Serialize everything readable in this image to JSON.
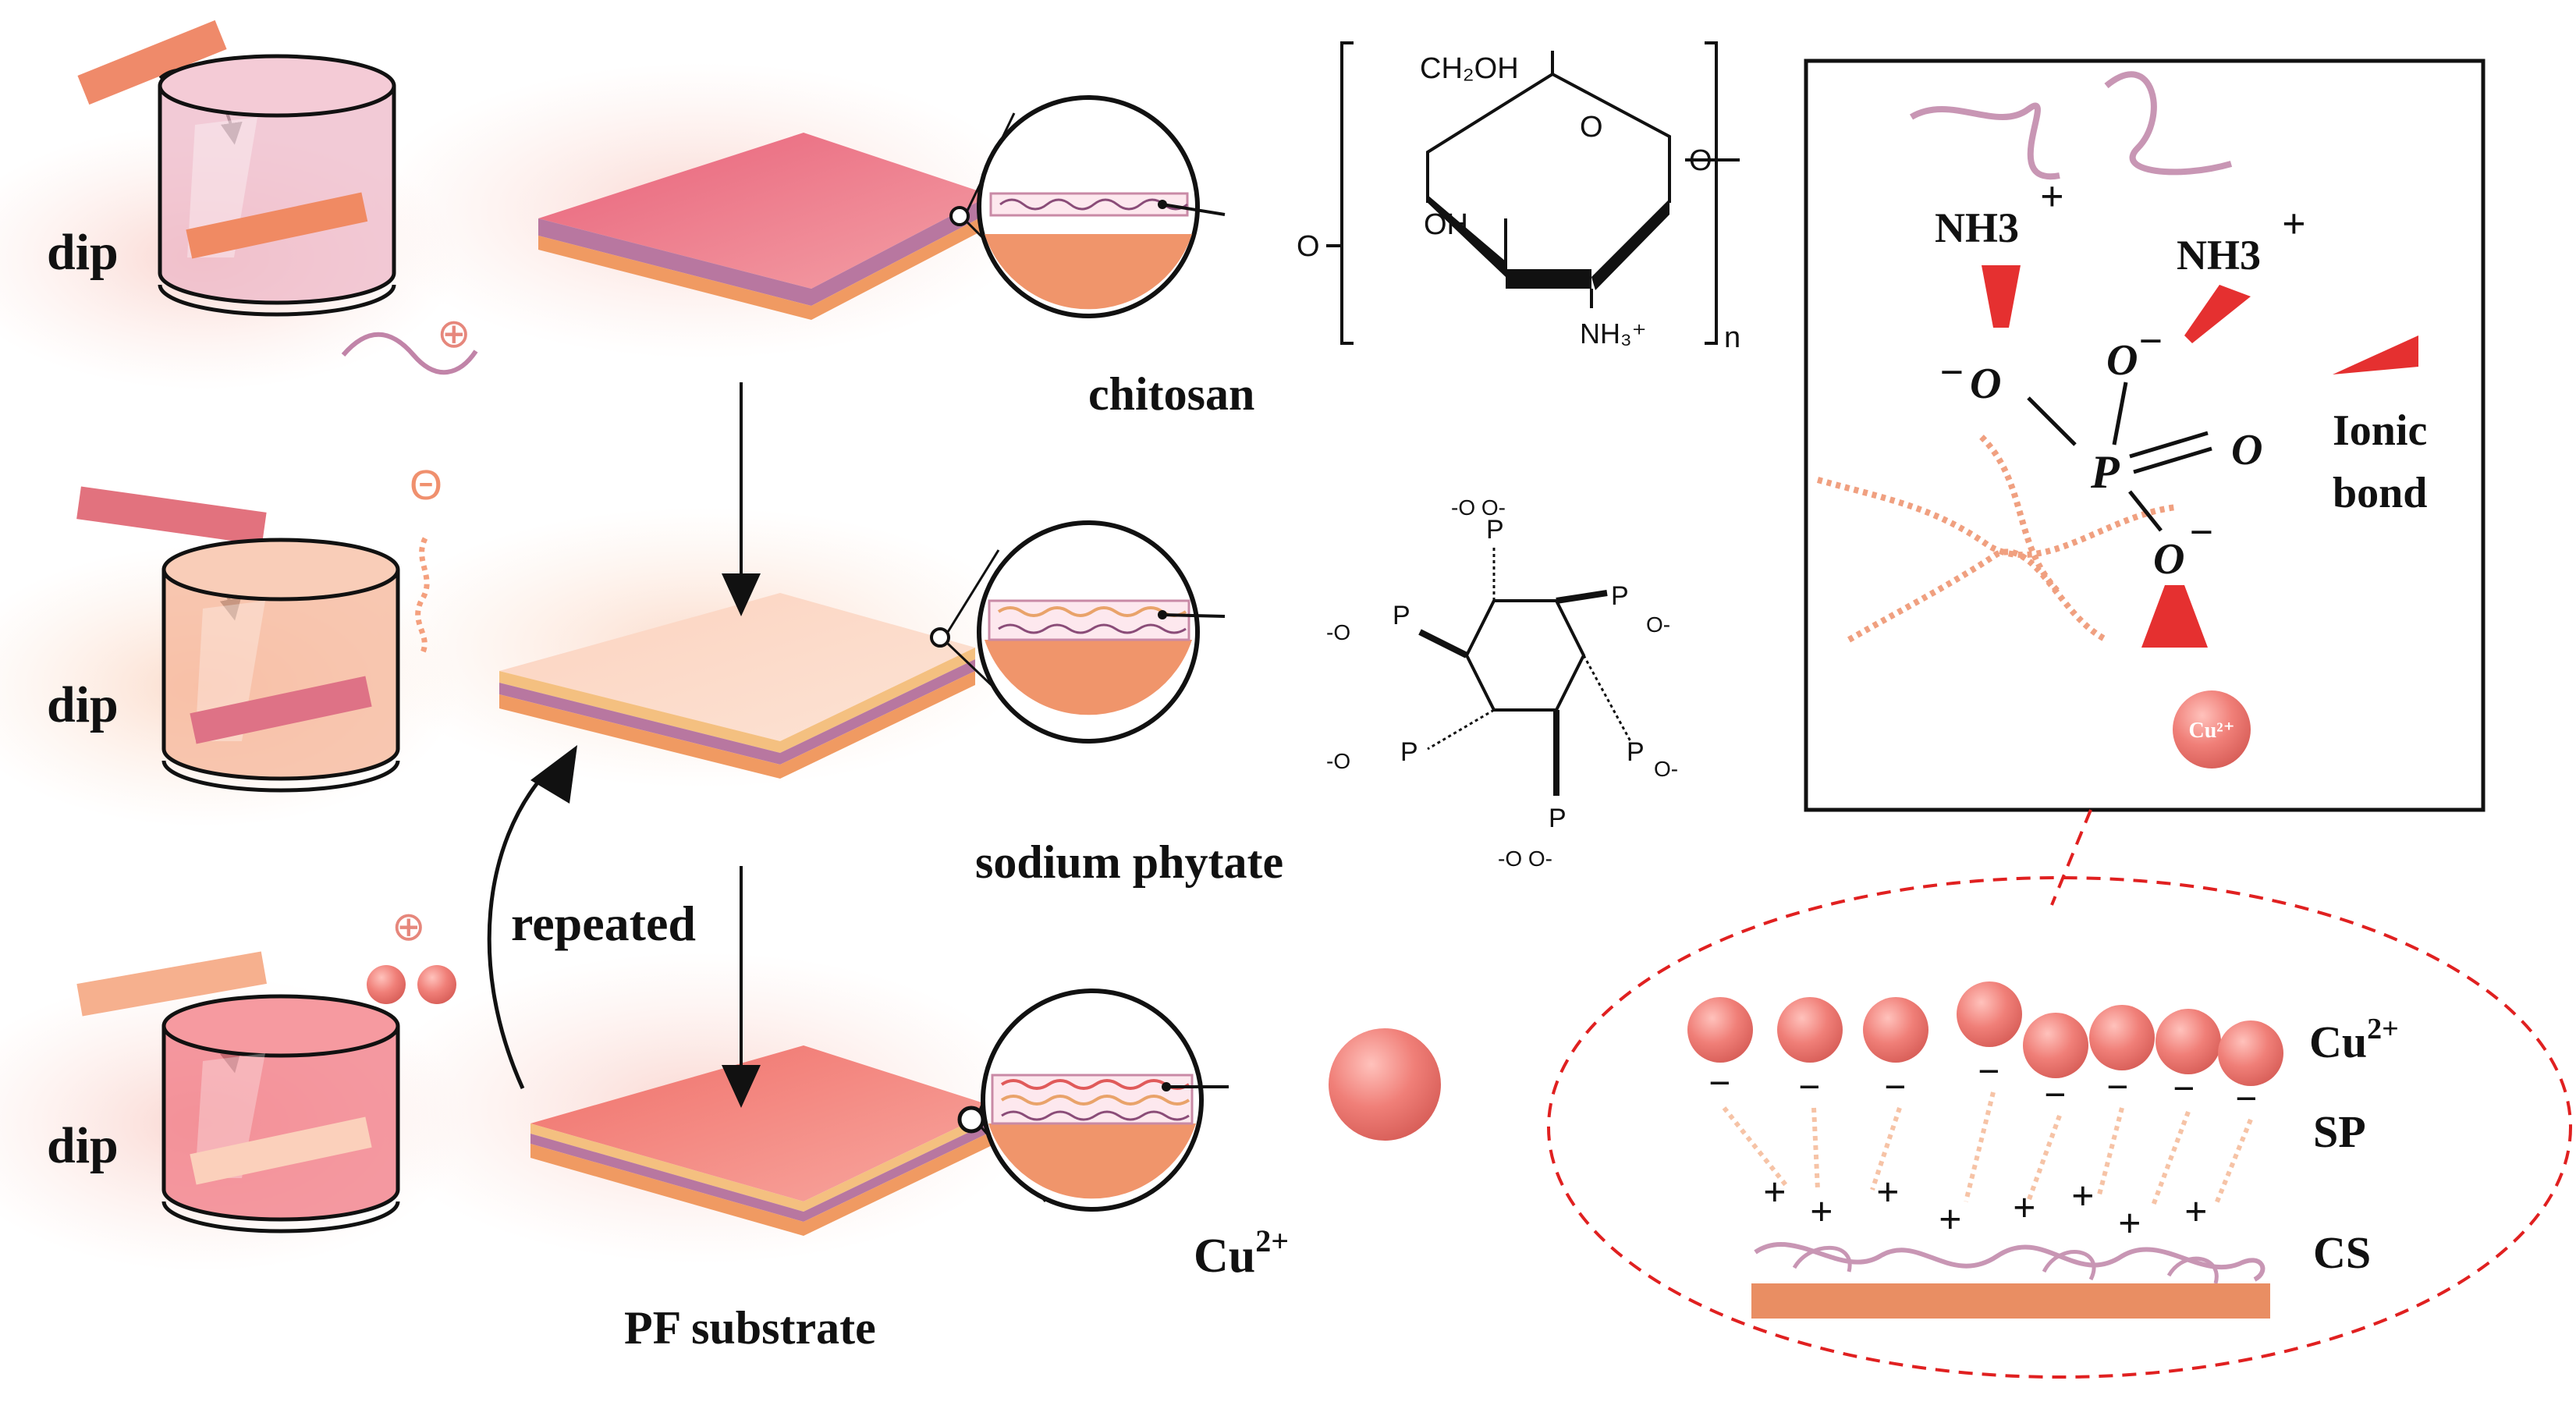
{
  "labels": {
    "dip": "dip",
    "repeated": "repeated",
    "pf_substrate": "PF substrate",
    "chitosan": "chitosan",
    "sodium_phytate": "sodium phytate",
    "cu_bottom": "Cu",
    "cu_bottom_sup": "2+"
  },
  "charges": {
    "plus": "⊕",
    "minus": "Θ"
  },
  "chitosan_structure": {
    "ch2oh": "CH₂OH",
    "o_ring": "O",
    "oh": "OH",
    "nh3": "NH₃⁺",
    "o_left": "O",
    "o_right": "O",
    "n": "n"
  },
  "phytate_groups": {
    "top": "-O  O-",
    "p": "P",
    "o": "O",
    "minus_o": "-O",
    "o_minus": "O-"
  },
  "ionic_panel": {
    "nh3_left": "NH3",
    "nh3_right": "NH3",
    "plus": "+",
    "o_left": "O",
    "o_top": "O",
    "o_right": "O",
    "o_bottom": "O",
    "minus": "−",
    "p": "P",
    "ionic": "Ionic",
    "bond": "bond",
    "cu_ion": "Cu²⁺"
  },
  "layer_ellipse": {
    "cu": "Cu",
    "cu_sup": "2+",
    "sp": "SP",
    "cs": "CS",
    "minus": "−",
    "plus": "+"
  },
  "colors": {
    "coral": "#f07f78",
    "pink_blush": "#fde0da",
    "purple_line": "#b06e99",
    "orange_slab": "#e98e63",
    "red_dash": "#e02020"
  }
}
